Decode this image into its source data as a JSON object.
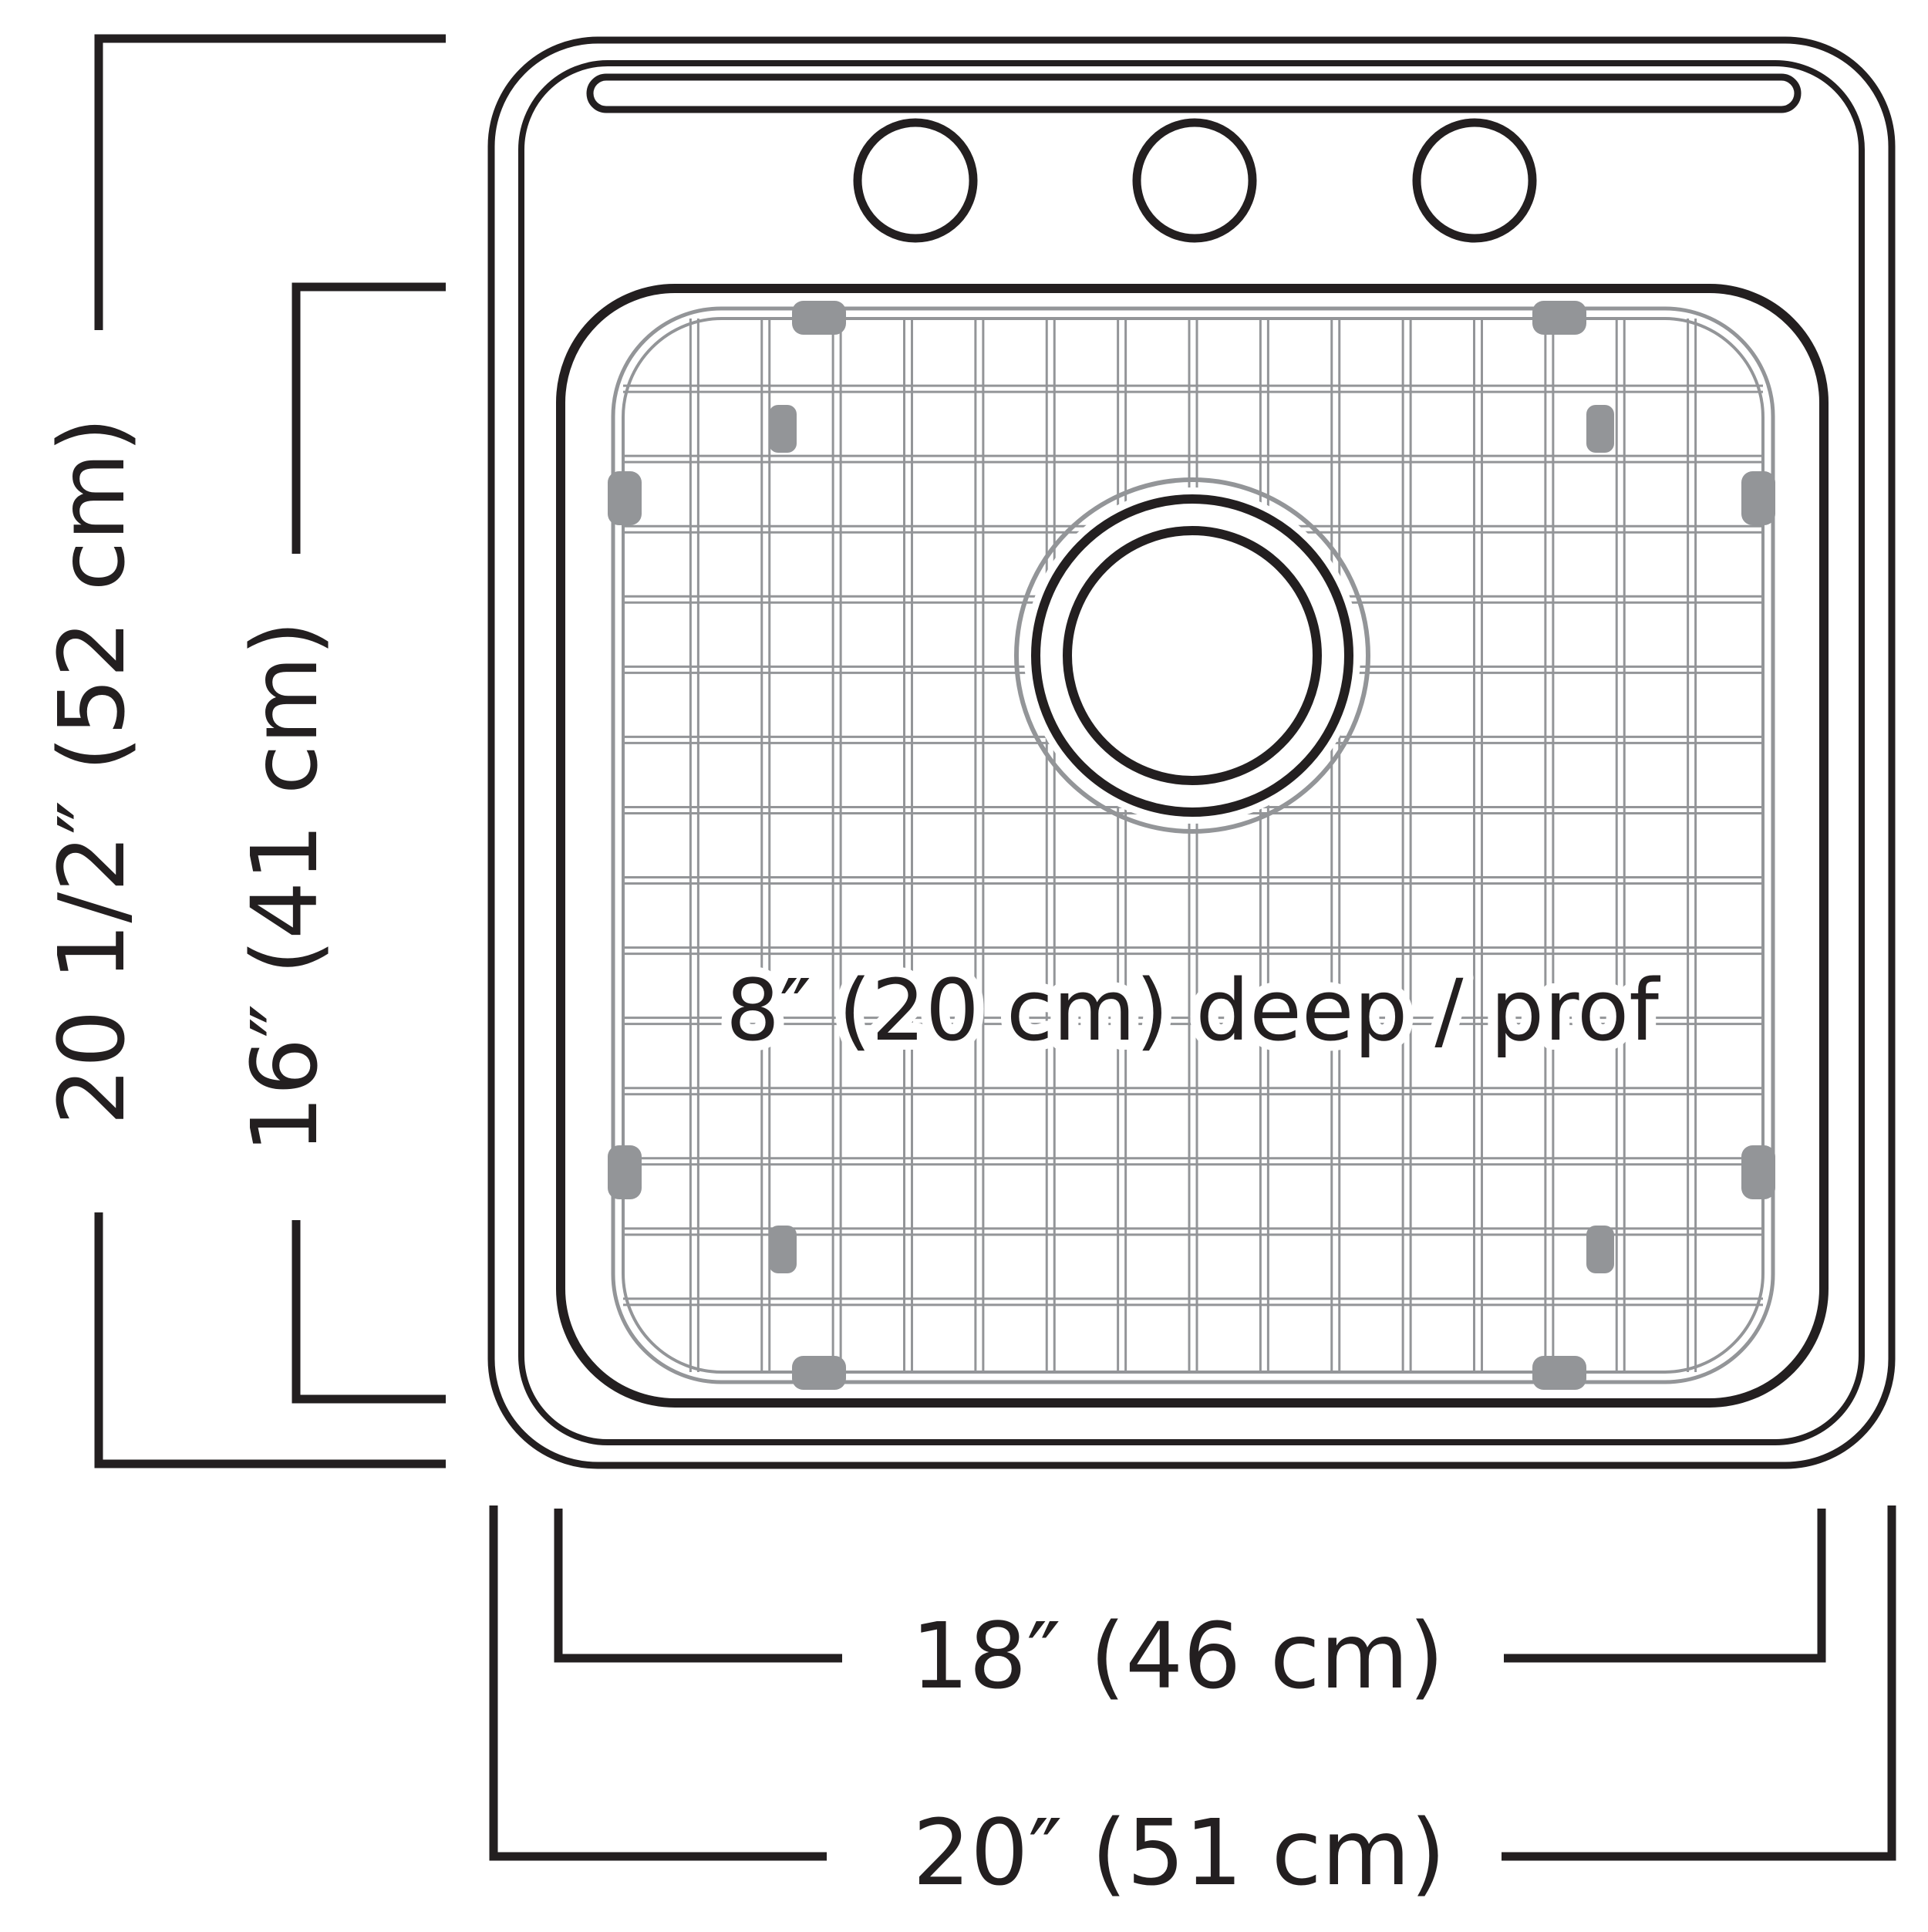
{
  "dimensions": {
    "outer_height": "20 1/2″ (52 cm)",
    "inner_height": "16″ (41 cm)",
    "inner_width": "18″ (46 cm)",
    "outer_width": "20″ (51 cm)",
    "depth": "8″ (20 cm) deep / prof"
  },
  "faucet_holes": 3,
  "colors": {
    "ink": "#231f20",
    "grid": "#939598",
    "background": "#ffffff"
  }
}
